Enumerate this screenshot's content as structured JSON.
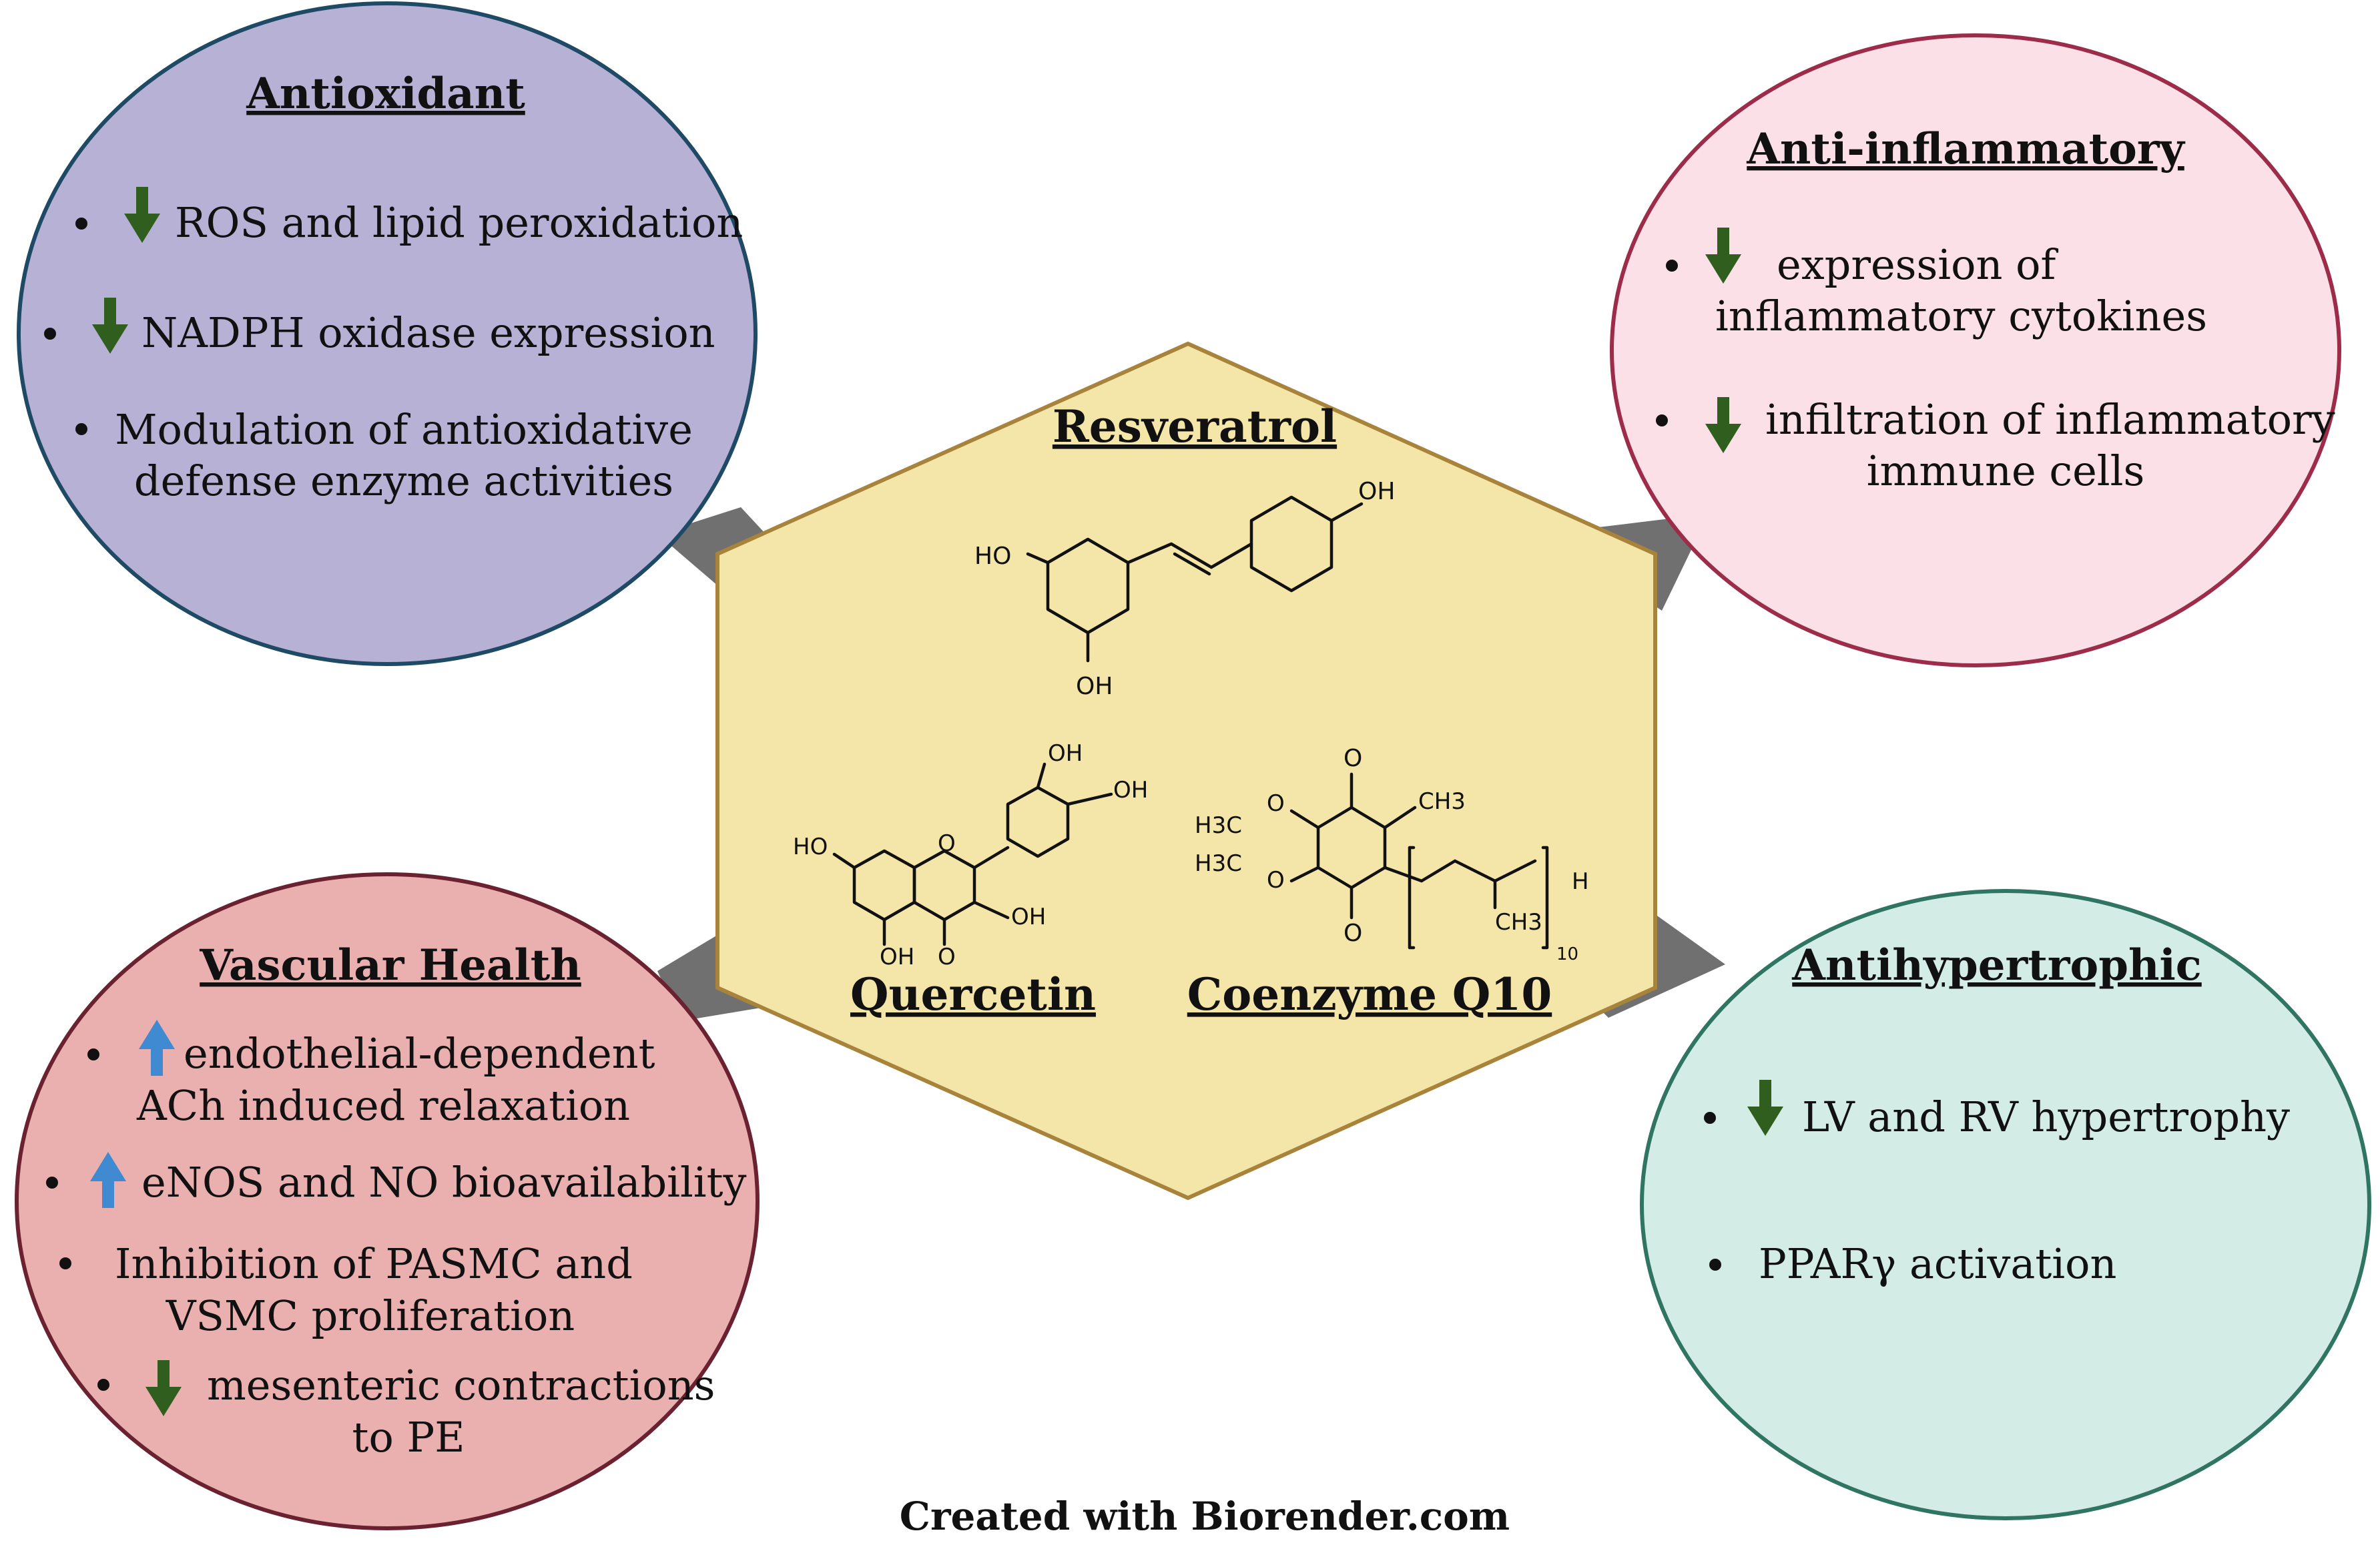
{
  "center": {
    "compounds": {
      "resveratrol": "Resveratrol",
      "quercetin": "Quercetin",
      "coq10": "Coenzyme Q10"
    },
    "atoms": {
      "oh": "OH",
      "ho": "HO",
      "o": "O",
      "h": "H",
      "h3c": "H3C",
      "ch3": "CH3",
      "n10": "10"
    }
  },
  "antioxidant": {
    "title": "Antioxidant",
    "items": [
      "ROS and lipid peroxidation",
      "NADPH oxidase expression"
    ],
    "item3": [
      "Modulation of antioxidative",
      "defense enzyme activities"
    ]
  },
  "anti_inflammatory": {
    "title": "Anti-inflammatory",
    "item1": [
      "expression of",
      "inflammatory cytokines"
    ],
    "item2": [
      "infiltration of inflammatory",
      "immune cells"
    ]
  },
  "vascular": {
    "title": "Vascular Health",
    "item1": [
      "endothelial-dependent",
      "ACh induced relaxation"
    ],
    "item2": "eNOS and NO bioavailability",
    "item3": [
      "Inhibition of PASMC and",
      "VSMC proliferation"
    ],
    "item4": [
      "mesenteric contractions",
      "to PE"
    ]
  },
  "antihypertrophic": {
    "title": "Antihypertrophic",
    "item1": "LV and RV hypertrophy",
    "item2": "PPARγ activation"
  },
  "footer": "Created with Biorender.com",
  "colors": {
    "antioxidant_fill": "#b7b1d6",
    "antioxidant_stroke": "#1f4a66",
    "inflammatory_fill": "#fbe1e7",
    "inflammatory_stroke": "#9c2c4a",
    "vascular_fill": "#eaafaf",
    "vascular_stroke": "#6b2230",
    "hypertrophic_fill": "#d3ece6",
    "hypertrophic_stroke": "#2f7561",
    "hexagon_fill": "#f4e5a8",
    "hexagon_stroke": "#a8833c",
    "arrow_down": "#2f5e1e",
    "arrow_up": "#3f8ad0",
    "connector": "#707070"
  },
  "icons": [
    "down-arrow-icon",
    "up-arrow-icon",
    "bullet-icon"
  ]
}
